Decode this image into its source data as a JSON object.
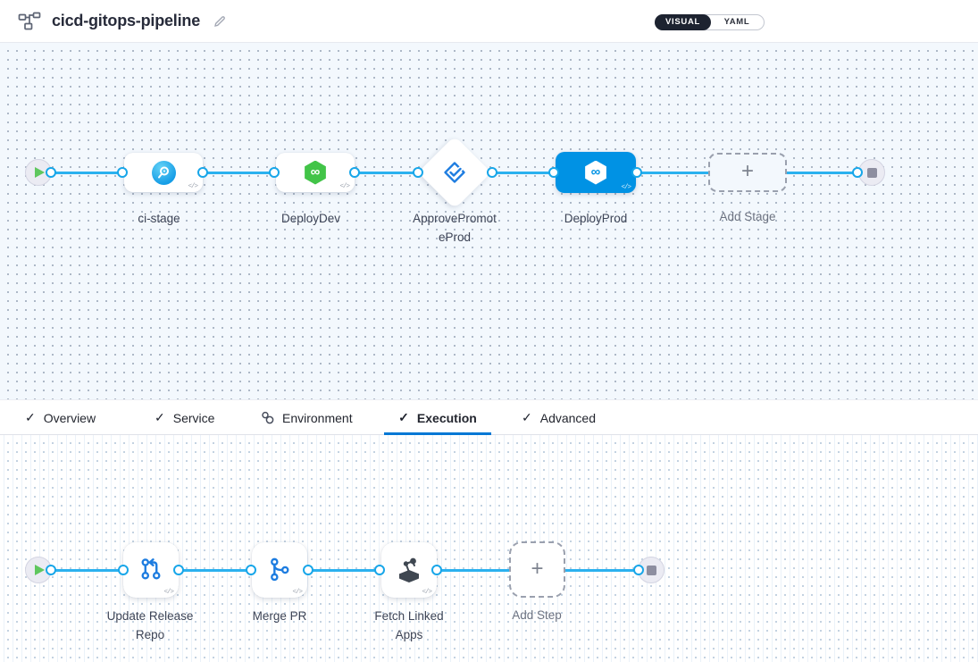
{
  "glyphs": {
    "check": "✓",
    "plus": "+",
    "code": "</>",
    "infinity": "∞"
  },
  "header": {
    "title": "cicd-gitops-pipeline",
    "pipeline_icon": "pipeline-graph-icon",
    "edit_icon": "edit-pencil-icon",
    "mode_toggle": {
      "visual_label": "VISUAL",
      "yaml_label": "YAML",
      "selected": "VISUAL"
    }
  },
  "stage_canvas": {
    "start_node": "play",
    "end_node": "stop",
    "stages": [
      {
        "name": "ci-stage",
        "icon": "ci-build-icon",
        "selected": false
      },
      {
        "name": "DeployDev",
        "icon": "cd-hexagon-icon",
        "selected": false
      },
      {
        "name": "ApprovePromoteProd",
        "line1": "ApprovePromot",
        "line2": "eProd",
        "icon": "approval-icon",
        "shape": "diamond",
        "selected": false
      },
      {
        "name": "DeployProd",
        "icon": "cd-hexagon-icon",
        "selected": true
      }
    ],
    "add_stage_label": "Add Stage"
  },
  "tabs": {
    "items": [
      {
        "label": "Overview",
        "icon": "check"
      },
      {
        "label": "Service",
        "icon": "check"
      },
      {
        "label": "Environment",
        "icon": "environment"
      },
      {
        "label": "Execution",
        "icon": "check",
        "selected": true
      },
      {
        "label": "Advanced",
        "icon": "check"
      }
    ]
  },
  "execution_canvas": {
    "start_node": "play",
    "end_node": "stop",
    "steps": [
      {
        "name": "Update Release Repo",
        "line1": "Update Release",
        "line2": "Repo",
        "icon": "git-update-icon"
      },
      {
        "name": "Merge PR",
        "line1": "Merge PR",
        "icon": "git-merge-icon"
      },
      {
        "name": "Fetch Linked Apps",
        "line1": "Fetch Linked",
        "line2": "Apps",
        "icon": "linked-apps-icon"
      }
    ],
    "add_step_label": "Add Step"
  },
  "colors": {
    "accent_blue": "#0092e4",
    "connector_blue": "#2bb1ef",
    "tab_underline_blue": "#0278d5",
    "cd_green": "#42c448",
    "approval_blue": "#1d7ce0",
    "toggle_dark": "#1d2330",
    "stage_canvas_bg": "#f3f8fd"
  }
}
